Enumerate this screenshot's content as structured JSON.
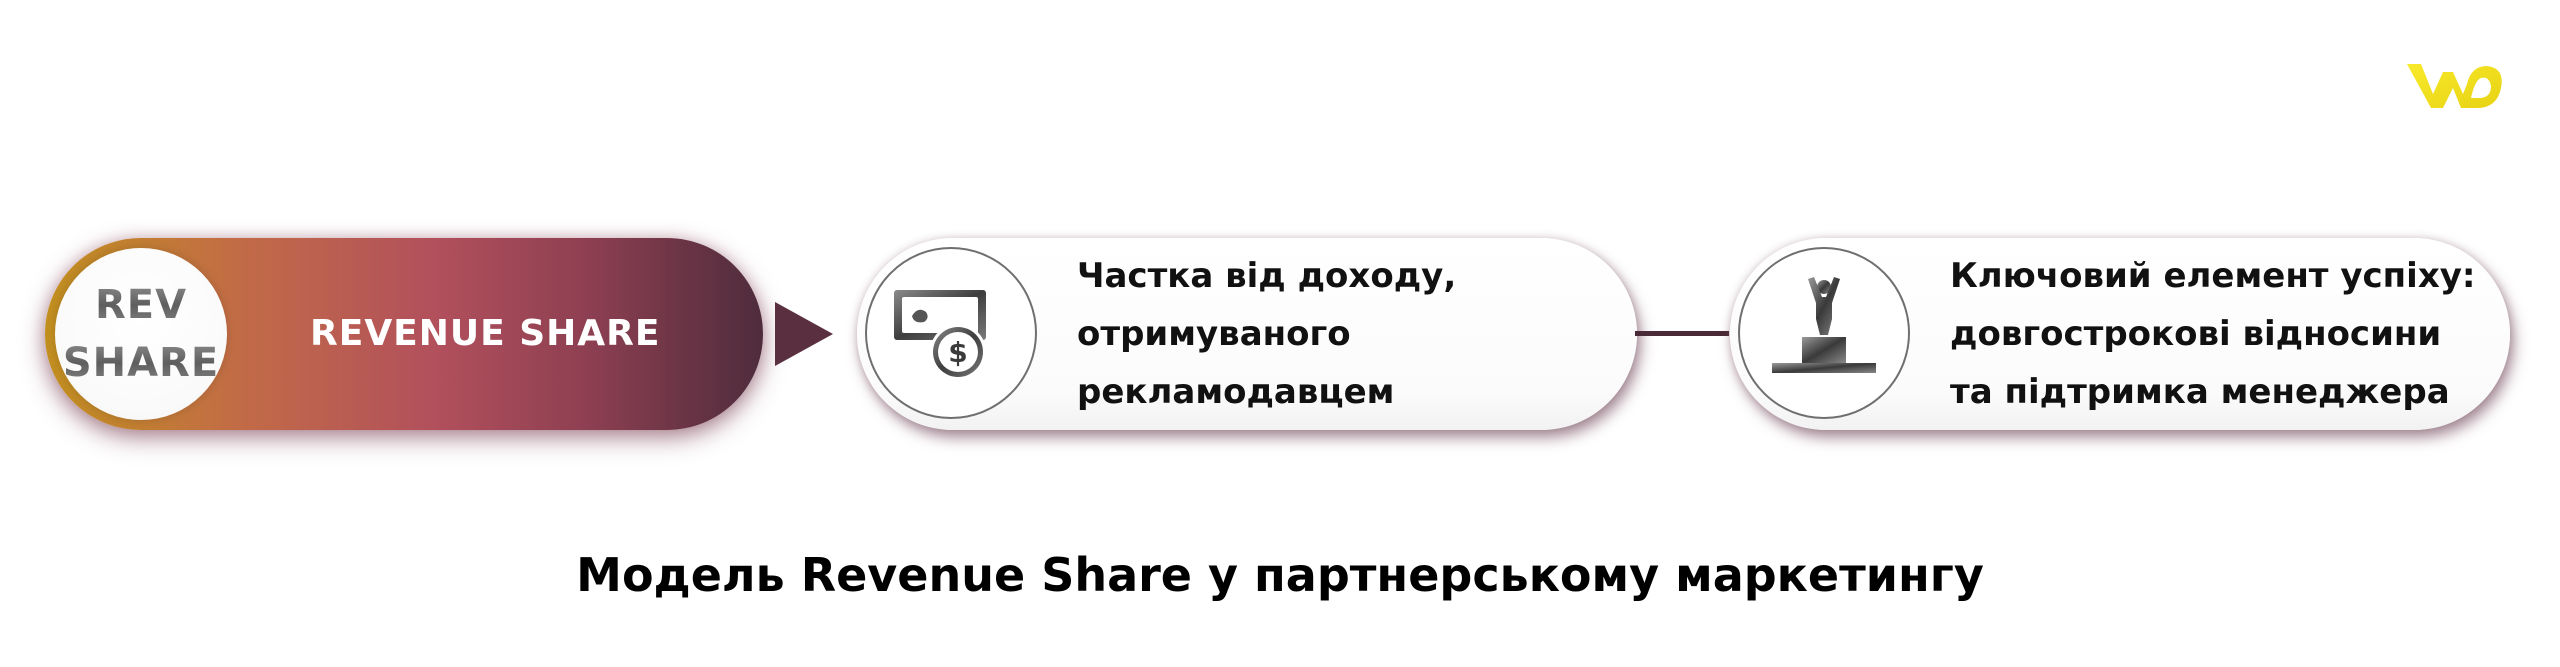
{
  "brand": {
    "logo_icon": "wd-logo-icon",
    "logo_color": "#f2e020"
  },
  "colors": {
    "gradient_start": "#c2901f",
    "gradient_mid": "#b14f5c",
    "gradient_end": "#4e2c3c",
    "connector": "#4a2a36"
  },
  "main": {
    "badge_line1": "REV",
    "badge_line2": "SHARE",
    "label": "REVENUE SHARE"
  },
  "steps": [
    {
      "icon": "money-dollar-icon",
      "lines": [
        "Частка від доходу,",
        "отримуваного",
        "рекламодавцем"
      ]
    },
    {
      "icon": "winner-podium-icon",
      "lines": [
        "Ключовий елемент успіху:",
        "довгострокові відносини",
        "та підтримка менеджера"
      ]
    }
  ],
  "caption": "Модель Revenue Share у партнерському маркетингу"
}
